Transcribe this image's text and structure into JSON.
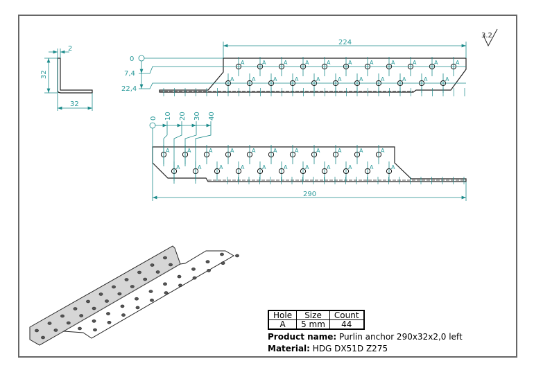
{
  "roughness": "3.2",
  "hole_label": "A",
  "profile_view": {
    "thickness": "2",
    "height": "32",
    "width": "32"
  },
  "top_view": {
    "length": "224",
    "ordinates": [
      "0",
      "7,4",
      "22,4"
    ]
  },
  "front_view": {
    "length": "290",
    "ordinates": [
      "0",
      "10",
      "20",
      "30",
      "40"
    ]
  },
  "hole_table": {
    "headers": [
      "Hole",
      "Size",
      "Count"
    ],
    "rows": [
      [
        "A",
        "5 mm",
        "44"
      ]
    ]
  },
  "product": {
    "name_label": "Product name:",
    "name_value": "Purlin anchor 290x32x2,0 left",
    "material_label": "Material:",
    "material_value": "HDG DX51D Z275"
  },
  "colors": {
    "dimension": "#1a8a8a",
    "outline": "#222222",
    "frame": "#666666",
    "flange": "#d6d6d6"
  }
}
